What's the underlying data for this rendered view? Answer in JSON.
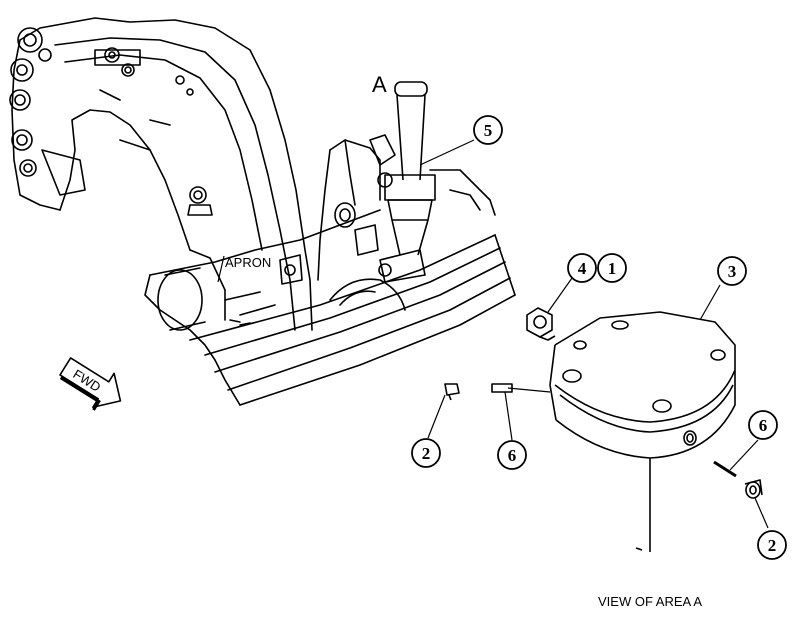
{
  "diagram": {
    "view_letter": "A",
    "apron_label": "APRON",
    "fwd_label": "FWD",
    "view_caption": "VIEW OF AREA A",
    "callouts": {
      "c5": "5",
      "c4": "4",
      "c1": "1",
      "c3": "3",
      "c2_left": "2",
      "c6_left": "6",
      "c6_right": "6",
      "c2_right": "2"
    }
  }
}
